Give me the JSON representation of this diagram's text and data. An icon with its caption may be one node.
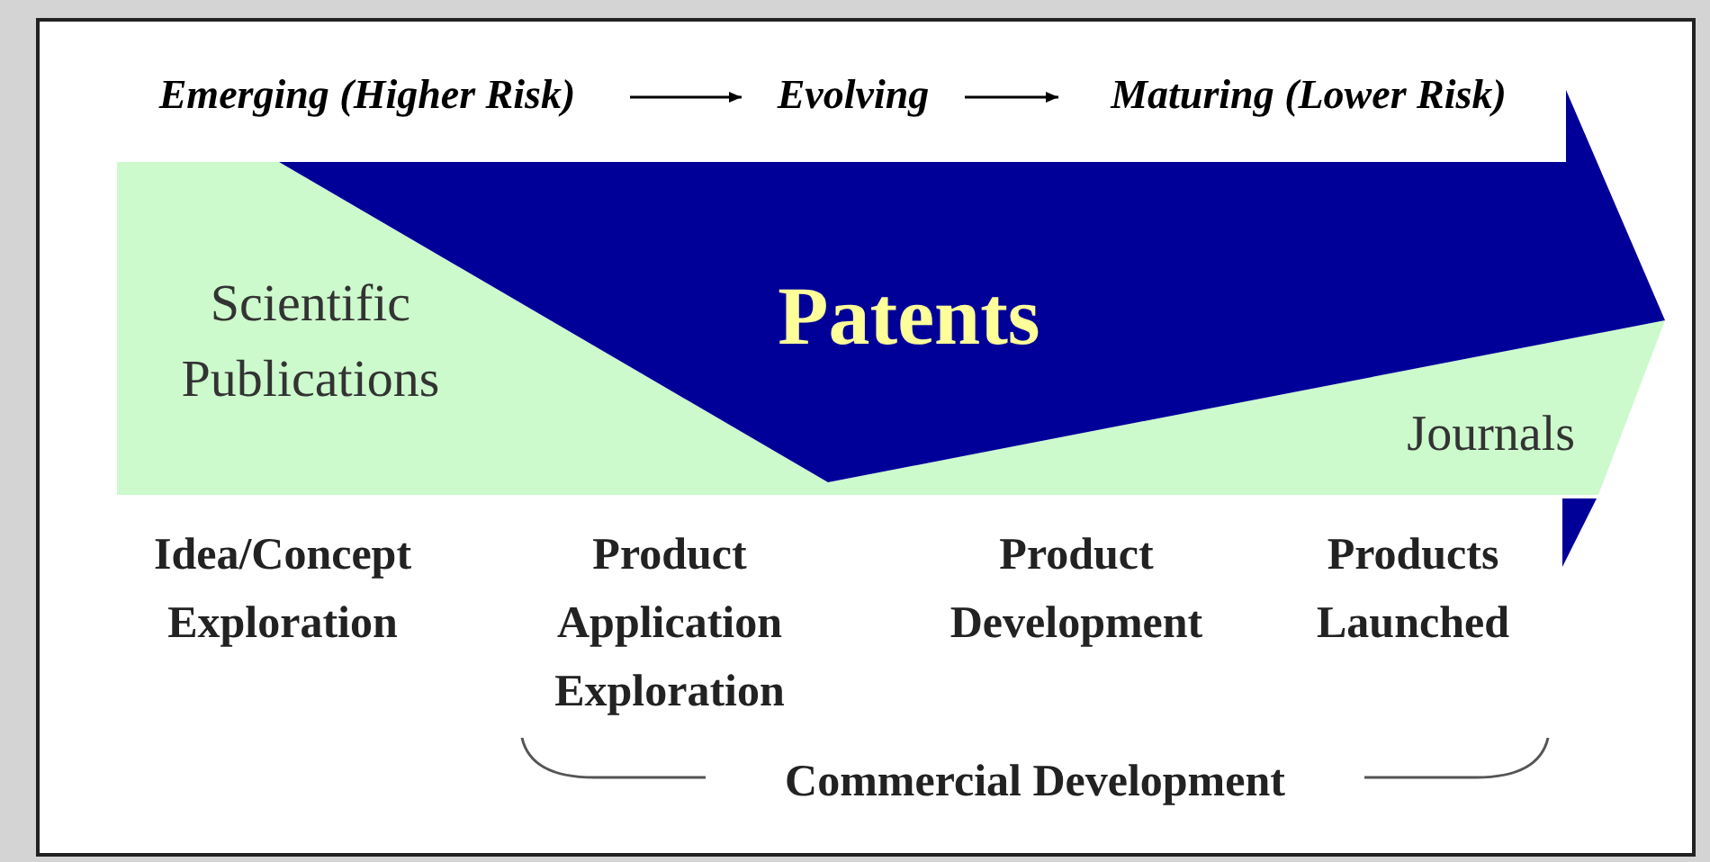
{
  "diagram": {
    "nodes": [
      {
        "text": [
          "Emerging (Higher Risk)"
        ]
      },
      {
        "text": [
          "Evolving"
        ]
      },
      {
        "text": [
          "Maturing (Lower Risk)"
        ]
      },
      {
        "text": [
          "Scientific Publications",
          "Journals"
        ]
      },
      {
        "text": [
          "Patents"
        ]
      }
    ],
    "edges": [
      {
        "from": 0,
        "to": 1,
        "arrow": "to"
      },
      {
        "from": 1,
        "to": 2,
        "arrow": "to"
      }
    ],
    "labels": [
      "Idea/Concept Exploration",
      "Product Application Exploration",
      "Product Development",
      "Products Launched",
      "Commercial Development"
    ]
  }
}
